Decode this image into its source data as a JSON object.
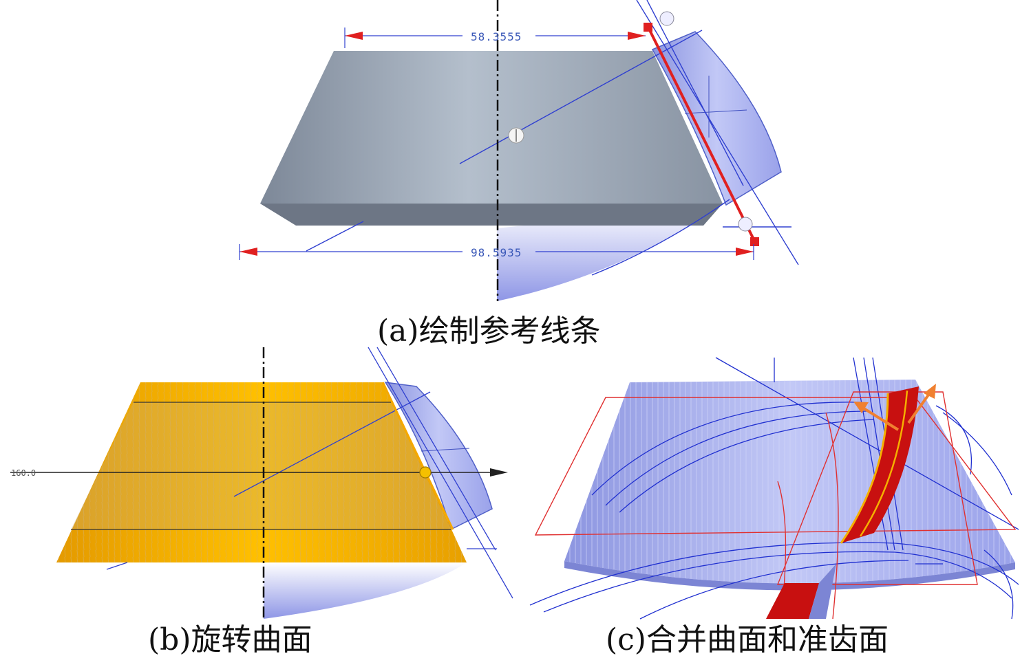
{
  "panels": [
    {
      "id": "a",
      "caption": "(a)绘制参考线条",
      "dimensions": {
        "top_width": "58.3555",
        "bottom_width": "98.5935"
      }
    },
    {
      "id": "b",
      "caption": "(b)旋转曲面",
      "axis_label": "160.0"
    },
    {
      "id": "c",
      "caption": "(c)合并曲面和准齿面"
    }
  ],
  "colors": {
    "solid_gray": "#8e9aa8",
    "revolve_orange": "#f5a800",
    "surface_blue": "#a8b0f0",
    "sketch_line": "#3040d0",
    "reference_red": "#e02020",
    "tooth_red": "#c81010",
    "arrow_orange": "#f08030"
  }
}
